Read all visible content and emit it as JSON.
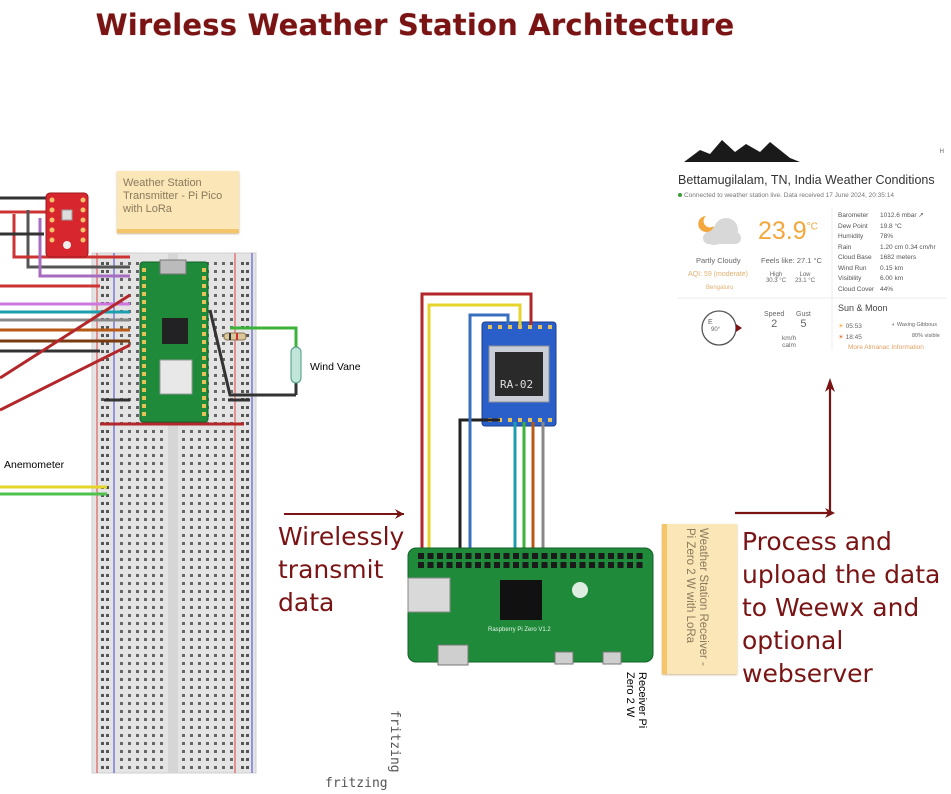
{
  "title": "Wireless Weather Station Architecture",
  "transmitter_note": "Weather Station Transmitter - Pi Pico with LoRa",
  "receiver_note": "Weather Station Receiver - Pi Zero 2 W with LoRa",
  "labels": {
    "wind_vane": "Wind Vane",
    "anemometer": "Anemometer",
    "wirelessly": "Wirelessly transmit data",
    "process": "Process and upload the data to Weewx and optional webserver",
    "receiver_small": "Receiver Pi Zero 2 W",
    "pi_zero_board": "Raspberry Pi Zero V1.2",
    "lora_chip": "RA-02",
    "fritzing": "fritzing"
  },
  "weather": {
    "location": "Bettamugilalam, TN, India Weather Conditions",
    "status": "Connected to weather station live. Data received 17 June 2024, 20:35:14",
    "condition": "Partly Cloudy",
    "aqi": "AQI: 59 (moderate)",
    "aqi_location": "Bengaluru",
    "temperature": "23.9",
    "temp_unit": "°C",
    "feels_like": "Feels like: 27.1 °C",
    "high_label": "High",
    "high_value": "30.3 °C",
    "low_label": "Low",
    "low_value": "23.1 °C",
    "observations": [
      {
        "k": "Barometer",
        "v": "1012.6 mbar ↗"
      },
      {
        "k": "Dew Point",
        "v": "19.8 °C"
      },
      {
        "k": "Humidity",
        "v": "78%"
      },
      {
        "k": "Rain",
        "v": "1.20 cm  0.34 cm/hr"
      },
      {
        "k": "Cloud Base",
        "v": "1682 meters"
      },
      {
        "k": "Wind Run",
        "v": "0.15 km"
      },
      {
        "k": "Visibility",
        "v": "6.00 km"
      },
      {
        "k": "Cloud Cover",
        "v": "44%"
      }
    ],
    "compass_dir": "E",
    "compass_deg": "90°",
    "speed_label": "Speed",
    "speed_value": "2",
    "gust_label": "Gust",
    "gust_value": "5",
    "wind_unit": "km/h",
    "wind_desc": "calm",
    "sun_moon": "Sun & Moon",
    "sunrise": "05:53",
    "sunset": "18:45",
    "moon_phase": "Waxing Gibbous",
    "moon_visible": "80% visible",
    "almanac": "More Almanac Information",
    "h": "H"
  },
  "colors": {
    "title": "#7a1414",
    "note_bg": "#fbe6b8",
    "board_green": "#1f8a3a",
    "lora_blue": "#2a5fc9",
    "sensor_red": "#d8262e"
  }
}
